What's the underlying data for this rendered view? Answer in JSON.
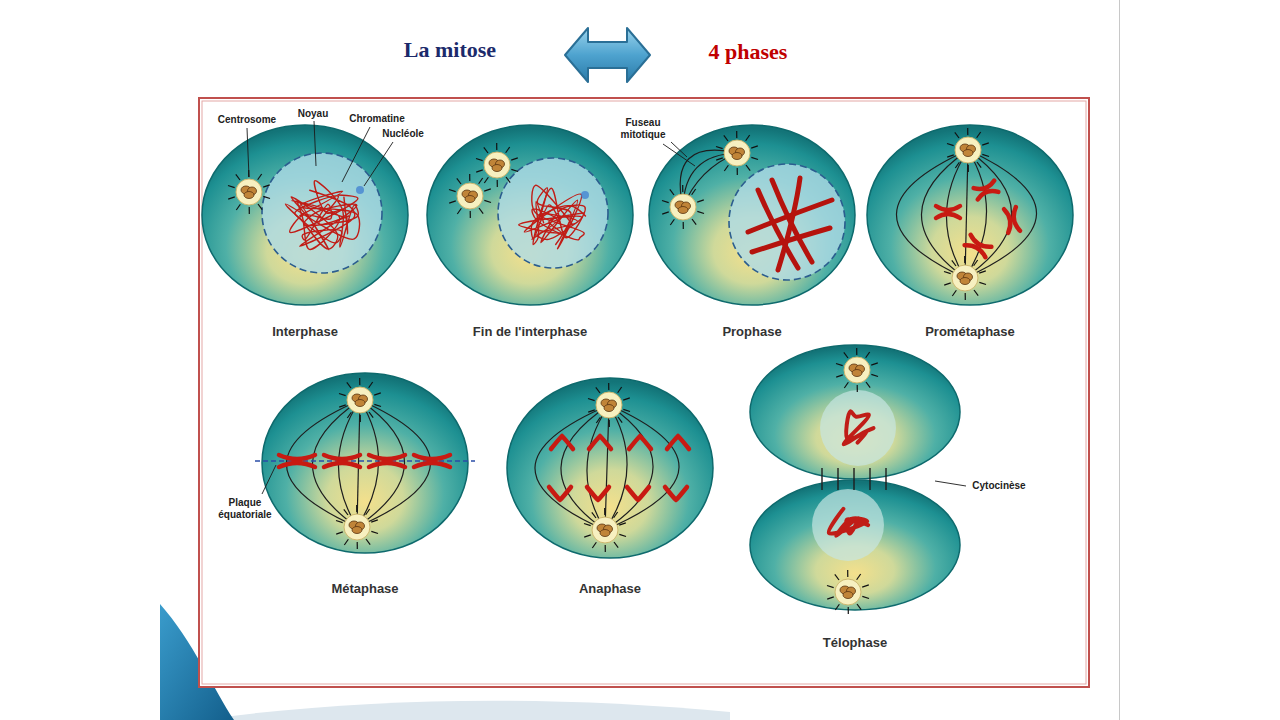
{
  "diagram": {
    "title": "La mitose",
    "nodes": [
      {
        "text": [
          "Interphase"
        ]
      },
      {
        "text": [
          "Fin de l'interphase"
        ]
      },
      {
        "text": [
          "Prophase"
        ]
      },
      {
        "text": [
          "Prométaphase"
        ]
      },
      {
        "text": [
          "Métaphase"
        ]
      },
      {
        "text": [
          "Anaphase"
        ]
      },
      {
        "text": [
          "Télophase"
        ]
      }
    ],
    "labels": [
      "4 phases",
      "Centrosome",
      "Noyau",
      "Chromatine",
      "Nucléole",
      "Fuseau mitotique",
      "Plaque équatoriale",
      "Cytocinèse"
    ]
  }
}
